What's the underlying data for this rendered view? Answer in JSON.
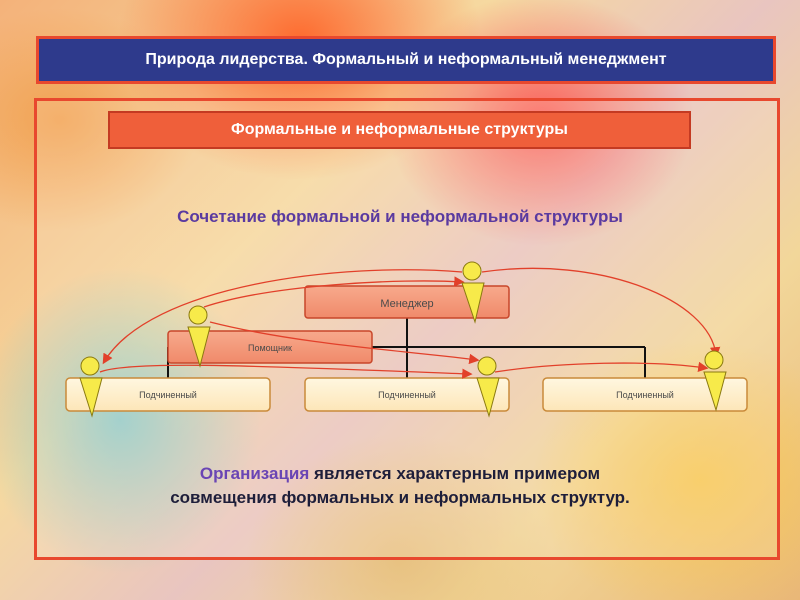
{
  "title": "Природа лидерства. Формальный и неформальный менеджмент",
  "subtitle": "Формальные и неформальные структуры",
  "heading": "Сочетание формальной и неформальной структуры",
  "diagram": {
    "nodes": {
      "manager": "Менеджер",
      "assistant": "Помощник",
      "subordinate_1": "Подчиненный",
      "subordinate_2": "Подчиненный",
      "subordinate_3": "Подчиненный"
    },
    "person_icon_color": "#f7ea4a",
    "informal_link_color": "#e2402a",
    "formal_link_color": "#111111"
  },
  "conclusion": {
    "keyword": "Организация",
    "line1_rest": " является характерным примером",
    "line2": "совмещения формальных и неформальных структур."
  },
  "colors": {
    "title_bg": "#2e3a8c",
    "frame_border": "#e8482e",
    "subtitle_bg": "#ef5f3a",
    "heading_text": "#5a3aa0",
    "keyword_text": "#6a45b4"
  }
}
